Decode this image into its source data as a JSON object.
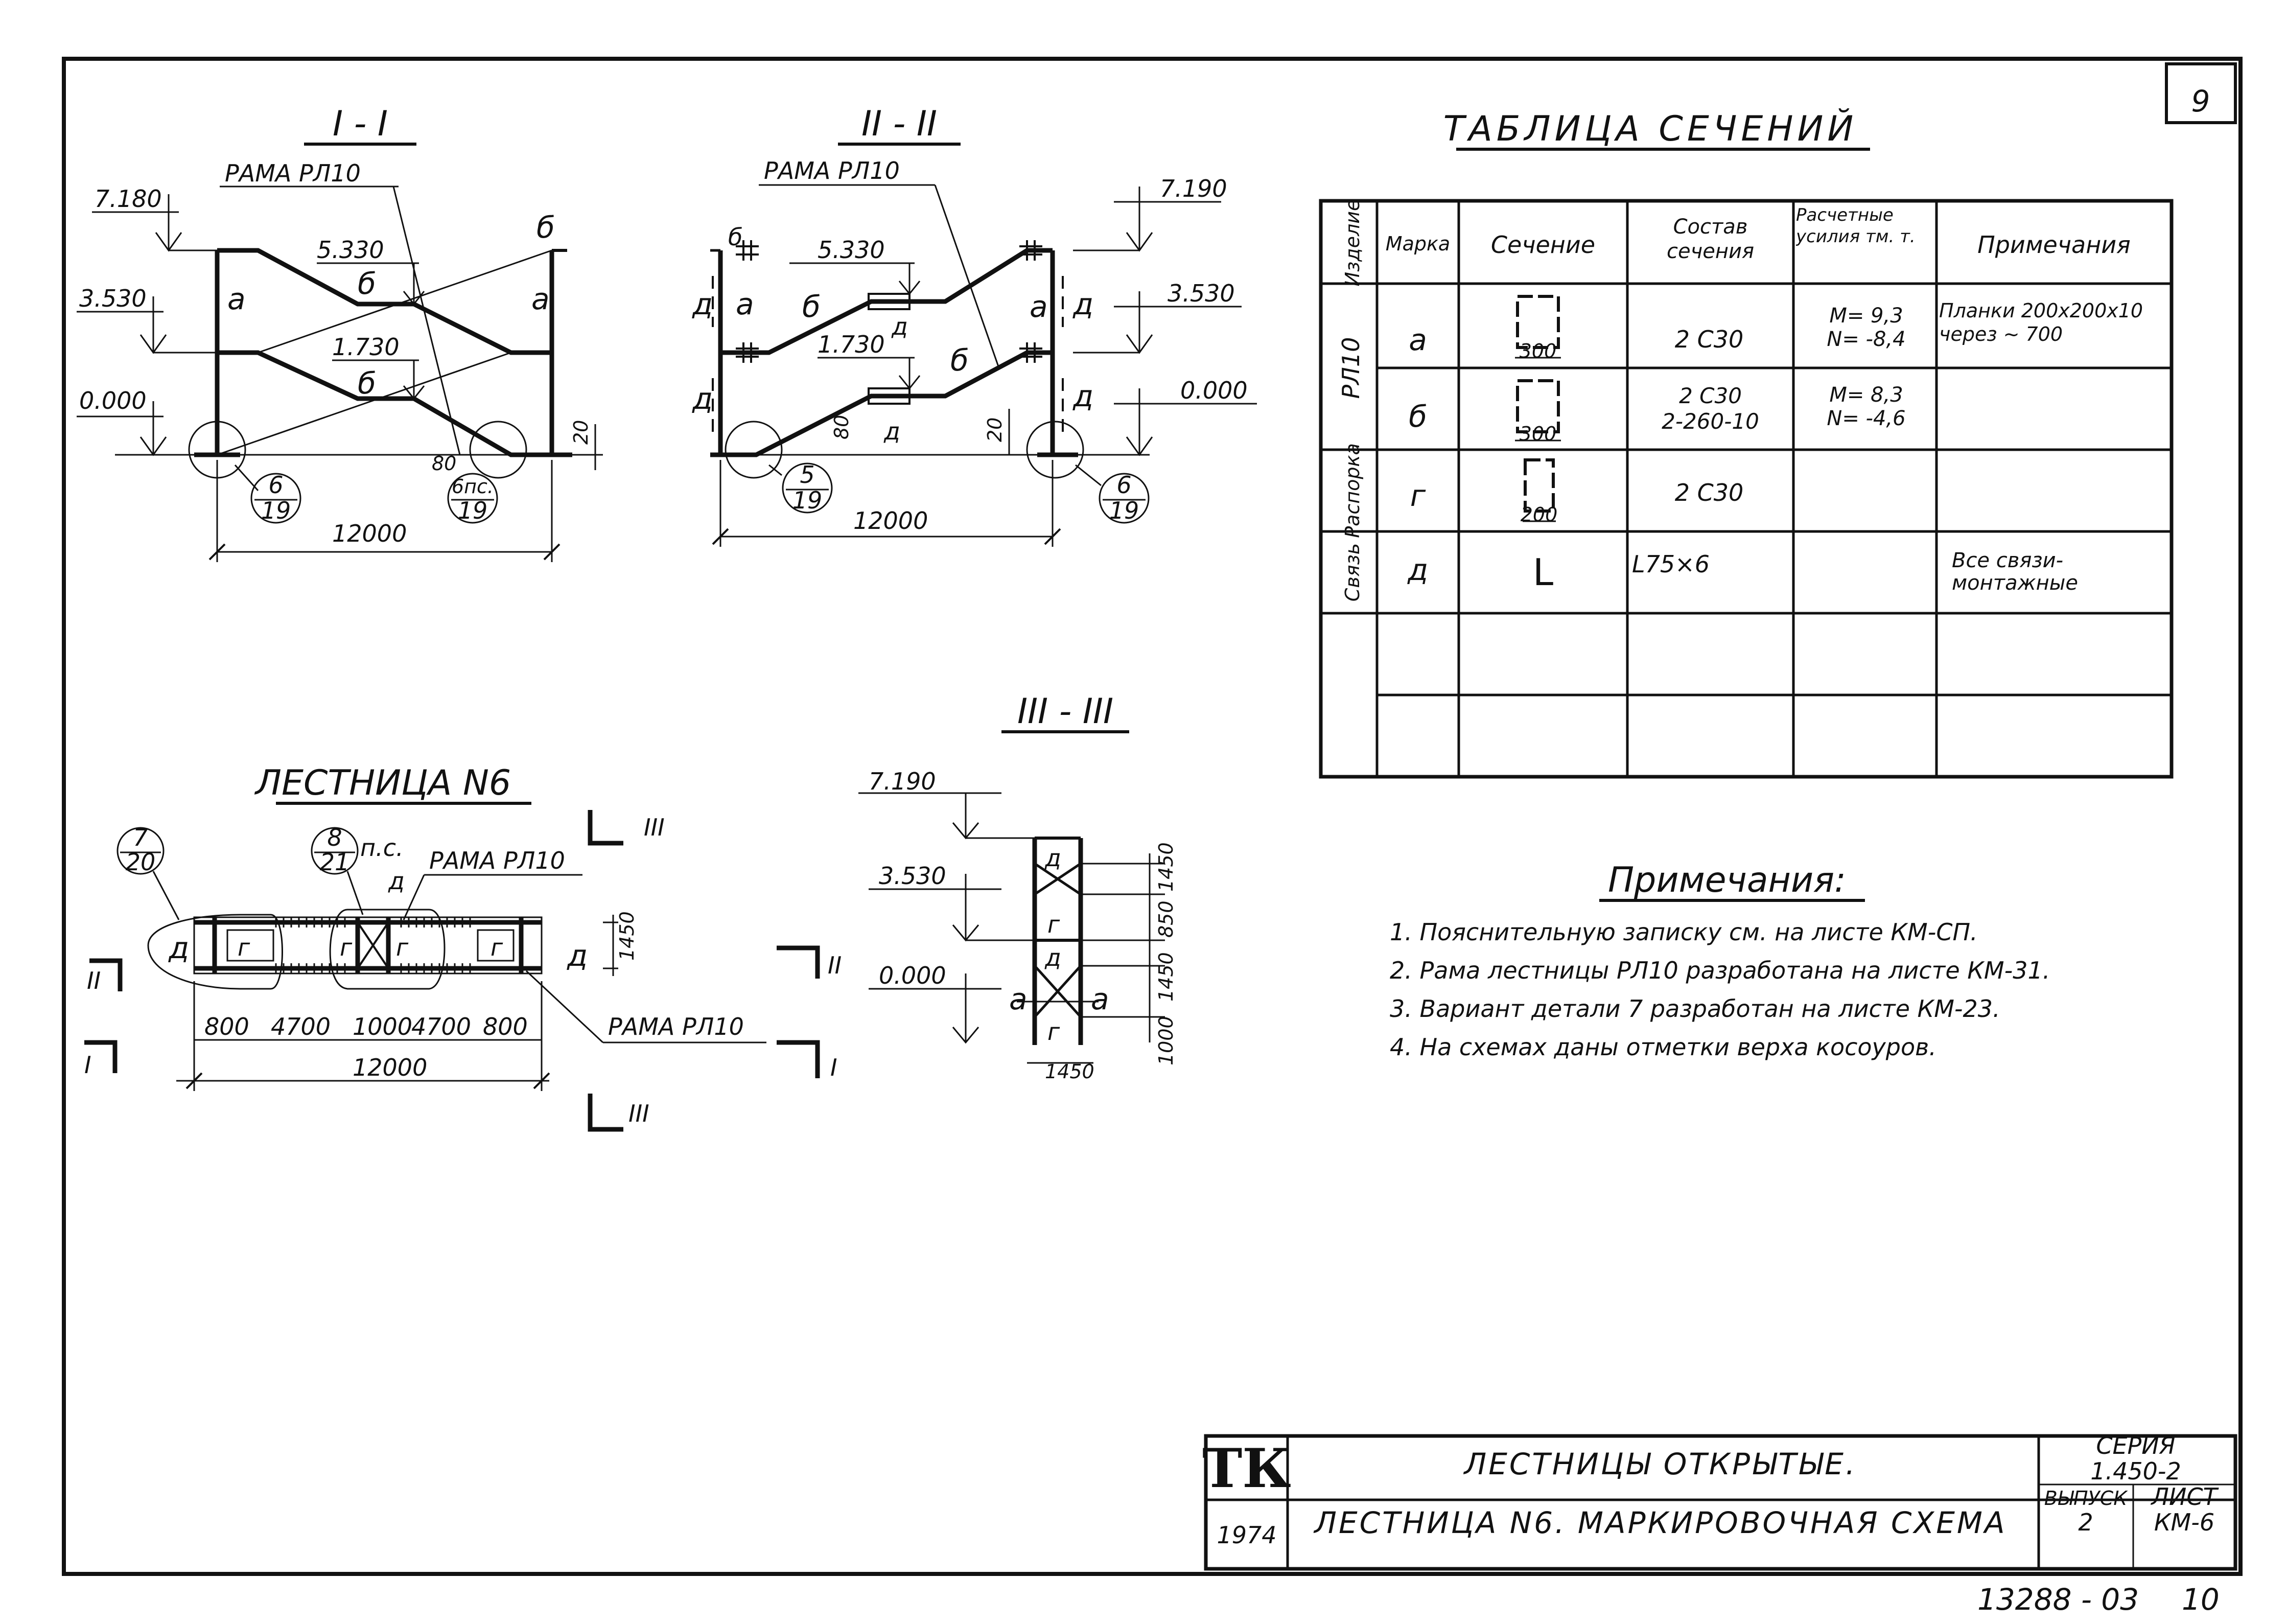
{
  "sheet": {
    "page_number": "9",
    "archive_number": "13288 - 03",
    "archive_index": "10"
  },
  "section_1": {
    "title": "I - I",
    "frame_label": "РАМА РЛ10",
    "elevations": [
      "7.180",
      "3.530",
      "0.000"
    ],
    "mid_marks": [
      "5.330",
      "1.730"
    ],
    "span": "12000",
    "dim_small": [
      "20",
      "80"
    ],
    "member_marks": {
      "a_left": "а",
      "a_right": "а",
      "b_top": "б",
      "b_mid": "б",
      "b_low": "б"
    },
    "callout_left": {
      "num": "6",
      "sheet": "19"
    },
    "callout_right": {
      "num": "6пс.",
      "sheet": "19"
    }
  },
  "section_2": {
    "title": "II - II",
    "frame_label": "РАМА РЛ10",
    "elevations": [
      "7.190",
      "3.530",
      "0.000"
    ],
    "mid_marks": [
      "5.330",
      "1.730"
    ],
    "span": "12000",
    "dim_small": [
      "80",
      "20"
    ],
    "member_marks": {
      "a_left": "а",
      "a_right": "а",
      "b_1": "б",
      "b_2": "б",
      "b_3": "б",
      "d_1": "д",
      "d_2": "д",
      "d_3": "д",
      "d_4": "д",
      "d_5": "д",
      "d_6": "д"
    },
    "callout_left": {
      "num": "5",
      "sheet": "19"
    },
    "callout_right": {
      "num": "6",
      "sheet": "19"
    }
  },
  "section_3": {
    "title": "III - III",
    "elevations": [
      "7.190",
      "3.530",
      "0.000"
    ],
    "dims": [
      "1450",
      "850",
      "1450",
      "1000",
      "1450"
    ],
    "marks": {
      "d_top": "д",
      "g_1": "г",
      "d_mid": "д",
      "g_2": "г",
      "a_left": "а",
      "a_right": "а"
    },
    "cut_marks": [
      "II",
      "I"
    ]
  },
  "plan": {
    "title": "ЛЕСТНИЦА N6",
    "frame_label_top": "РАМА РЛ10",
    "frame_label_bottom": "РАМА РЛ10",
    "ps_label": "п.с.",
    "dims": [
      "800",
      "4700",
      "1000",
      "4700",
      "800"
    ],
    "total": "12000",
    "width_dim": "1450",
    "callout_left": {
      "num": "7",
      "sheet": "20"
    },
    "callout_mid": {
      "num": "8",
      "sheet": "21"
    },
    "marks": {
      "d_left": "д",
      "g_1": "г",
      "g_2": "г",
      "d_center": "д",
      "g_3": "г",
      "g_4": "г",
      "d_right": "д"
    },
    "cut_marks": [
      "III",
      "II",
      "I",
      "III"
    ]
  },
  "sections_table": {
    "title": "ТАБЛИЦА СЕЧЕНИЙ",
    "headers": [
      "Изделие",
      "Марка",
      "Сечение",
      "Состав сечения",
      "Расчетные усилия тм. т.",
      "Примечания"
    ],
    "groups": [
      "РЛ10",
      "Распорка",
      "Связь"
    ],
    "rows": [
      {
        "mark": "а",
        "profile": "300",
        "composition": "2 С30",
        "forces": "M= 9,3\nN= -8,4",
        "note": "Планки 200х200х10\nчерез ~ 700"
      },
      {
        "mark": "б",
        "profile": "300",
        "composition": "2 С30\n2-260-10",
        "forces": "M= 8,3\nN= -4,6",
        "note": ""
      },
      {
        "mark": "г",
        "profile": "200",
        "composition": "2 С30",
        "forces": "",
        "note": ""
      },
      {
        "mark": "д",
        "profile": "L",
        "composition": "L75×6",
        "forces": "",
        "note": "Все связи-\nмонтажные"
      }
    ]
  },
  "notes": {
    "title": "Примечания:",
    "items": [
      "1. Пояснительную записку см. на листе КМ-СП.",
      "2. Рама лестницы РЛ10 разработана на листе КМ-31.",
      "3. Вариант детали 7 разработан на листе КМ-23.",
      "4. На схемах даны отметки верха косоуров."
    ]
  },
  "title_block": {
    "logo": "ТК",
    "year": "1974",
    "line1": "ЛЕСТНИЦЫ ОТКРЫТЫЕ.",
    "line2": "ЛЕСТНИЦА N6. МАРКИРОВОЧНАЯ СХЕМА",
    "series_label": "СЕРИЯ",
    "series_value": "1.450-2",
    "issue_label": "ВЫПУСК",
    "issue_value": "2",
    "sheet_label": "ЛИСТ",
    "sheet_value": "КМ-6"
  }
}
